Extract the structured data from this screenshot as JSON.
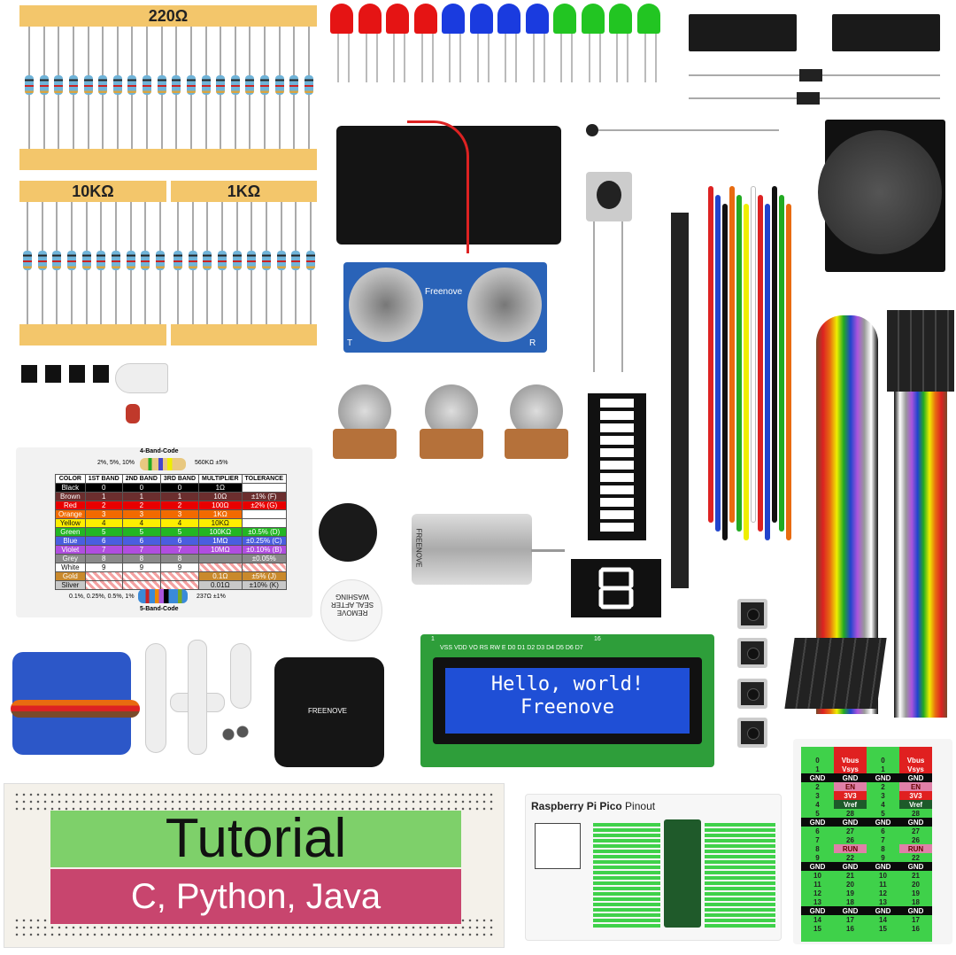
{
  "resistor_labels": {
    "r220": "220Ω",
    "r10k": "10KΩ",
    "r1k": "1KΩ"
  },
  "color_card": {
    "title_top": "4-Band-Code",
    "left_top": "2%, 5%, 10%",
    "right_top": "560KΩ ±5%",
    "title_bottom": "5-Band-Code",
    "left_bottom": "0.1%, 0.25%, 0.5%, 1%",
    "right_bottom": "237Ω ±1%",
    "headers": [
      "COLOR",
      "1ST BAND",
      "2ND BAND",
      "3RD BAND",
      "MULTIPLIER",
      "TOLERANCE"
    ],
    "rows": [
      {
        "c": "Black",
        "bg": "#000000",
        "v": [
          "0",
          "0",
          "0",
          "1Ω",
          ""
        ]
      },
      {
        "c": "Brown",
        "bg": "#6b2e2e",
        "v": [
          "1",
          "1",
          "1",
          "10Ω",
          "±1%   (F)"
        ]
      },
      {
        "c": "Red",
        "bg": "#e80000",
        "v": [
          "2",
          "2",
          "2",
          "100Ω",
          "±2%   (G)"
        ]
      },
      {
        "c": "Orange",
        "bg": "#f26a00",
        "v": [
          "3",
          "3",
          "3",
          "1KΩ",
          ""
        ]
      },
      {
        "c": "Yellow",
        "bg": "#ffee00",
        "v": [
          "4",
          "4",
          "4",
          "10KΩ",
          ""
        ]
      },
      {
        "c": "Green",
        "bg": "#23b623",
        "v": [
          "5",
          "5",
          "5",
          "100KΩ",
          "±0.5%  (D)"
        ]
      },
      {
        "c": "Blue",
        "bg": "#4a5ee0",
        "v": [
          "6",
          "6",
          "6",
          "1MΩ",
          "±0.25%  (C)"
        ]
      },
      {
        "c": "Violet",
        "bg": "#b04ee0",
        "v": [
          "7",
          "7",
          "7",
          "10MΩ",
          "±0.10%  (B)"
        ]
      },
      {
        "c": "Grey",
        "bg": "#8a8a8a",
        "v": [
          "8",
          "8",
          "8",
          "",
          "±0.05%"
        ]
      },
      {
        "c": "White",
        "bg": "#ffffff",
        "v": [
          "9",
          "9",
          "9",
          "",
          ""
        ]
      },
      {
        "c": "Gold",
        "bg": "#c9892c",
        "v": [
          "",
          "",
          "",
          "0.1Ω",
          "±5%   (J)"
        ]
      },
      {
        "c": "Sliver",
        "bg": "#c8c8c8",
        "v": [
          "",
          "",
          "",
          "0.01Ω",
          "±10%  (K)"
        ]
      }
    ]
  },
  "buzzer_label": "REMOVE SEAL AFTER WASHING",
  "motor_label": "FREENOVE",
  "led_module_label": "FREENOVE",
  "lcd": {
    "line1": "Hello, world!",
    "line2": "Freenove",
    "pins": "VSS VDD VO RS RW E D0 D1 D2 D3 D4 D5 D6 D7",
    "pin_start": "1",
    "pin_end": "16"
  },
  "ultrasonic": {
    "brand": "Freenove",
    "t": "T",
    "r": "R"
  },
  "breadboard": {
    "line1": "Tutorial",
    "line2": "C, Python, Java"
  },
  "pico_card": {
    "title_bold": "Raspberry Pi Pico",
    "title_rest": " Pinout"
  },
  "pin_table": [
    [
      "0",
      "Vbus",
      "0",
      "Vbus"
    ],
    [
      "1",
      "Vsys",
      "1",
      "Vsys"
    ],
    [
      "GND",
      "GND",
      "GND",
      "GND"
    ],
    [
      "2",
      "EN",
      "2",
      "EN"
    ],
    [
      "3",
      "3V3",
      "3",
      "3V3"
    ],
    [
      "4",
      "Vref",
      "4",
      "Vref"
    ],
    [
      "5",
      "28",
      "5",
      "28"
    ],
    [
      "GND",
      "GND",
      "GND",
      "GND"
    ],
    [
      "6",
      "27",
      "6",
      "27"
    ],
    [
      "7",
      "26",
      "7",
      "26"
    ],
    [
      "8",
      "RUN",
      "8",
      "RUN"
    ],
    [
      "9",
      "22",
      "9",
      "22"
    ],
    [
      "GND",
      "GND",
      "GND",
      "GND"
    ],
    [
      "10",
      "21",
      "10",
      "21"
    ],
    [
      "11",
      "20",
      "11",
      "20"
    ],
    [
      "12",
      "19",
      "12",
      "19"
    ],
    [
      "13",
      "18",
      "13",
      "18"
    ],
    [
      "GND",
      "GND",
      "GND",
      "GND"
    ],
    [
      "14",
      "17",
      "14",
      "17"
    ],
    [
      "15",
      "16",
      "15",
      "16"
    ]
  ],
  "colors": {
    "tape": "#f3c66b",
    "lcd_blue": "#1f4fd6",
    "pcb_green": "#2e9e3a",
    "pin_green": "#3fd14a",
    "pin_red": "#e02020",
    "pin_pink": "#e080a8",
    "pin_dark": "#1d5a2a"
  }
}
